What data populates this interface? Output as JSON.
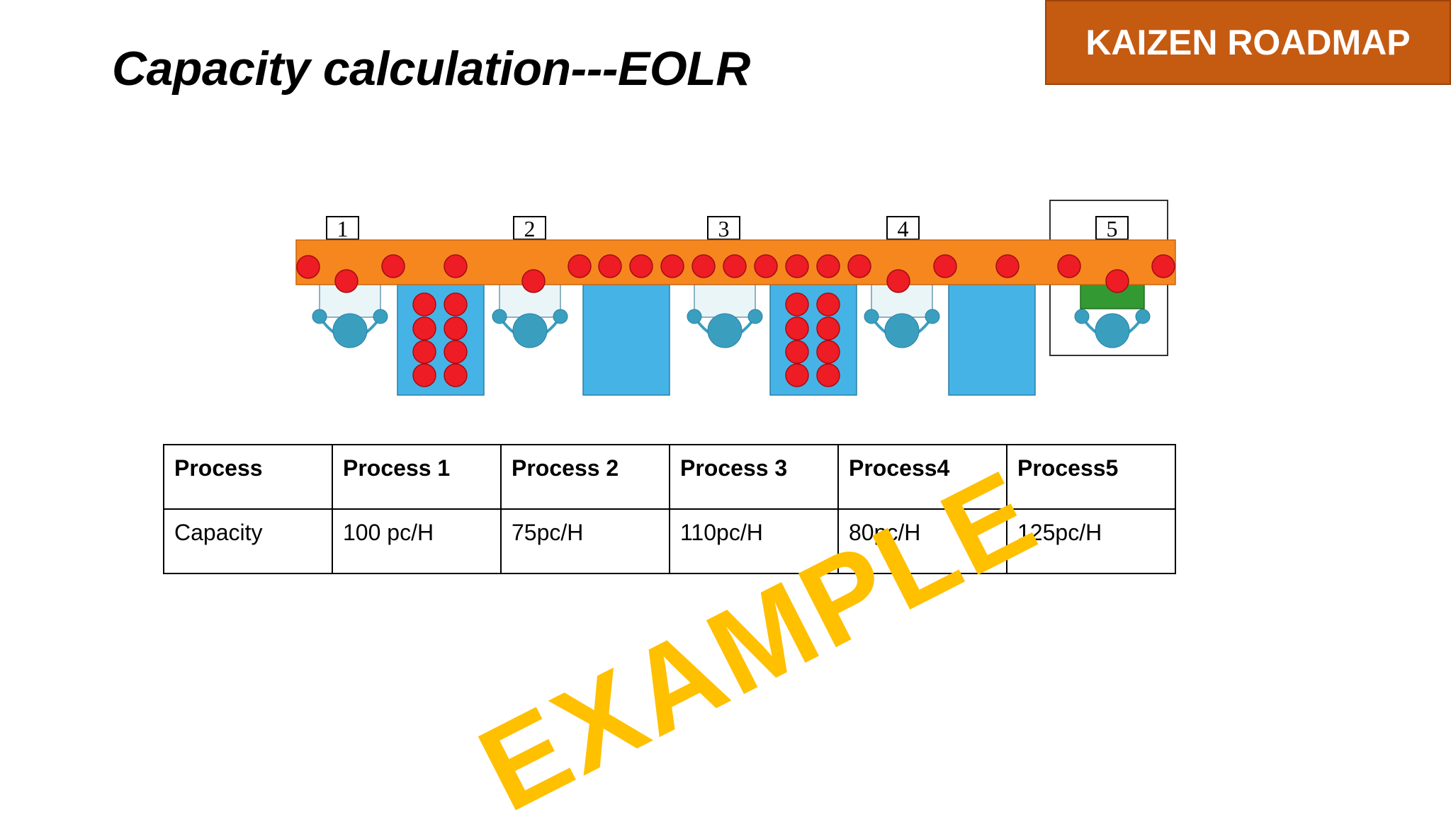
{
  "slide": {
    "title": "Capacity calculation---EOLR",
    "badge": "KAIZEN ROADMAP",
    "watermark": "EXAMPLE"
  },
  "diagram": {
    "station_labels": [
      "1",
      "2",
      "3",
      "4",
      "5"
    ]
  },
  "table": {
    "header": [
      "Process",
      "Process 1",
      "Process 2",
      "Process 3",
      "Process4",
      "Process5"
    ],
    "row": [
      "Capacity",
      "100 pc/H",
      "75pc/H",
      "110pc/H",
      "80pc/H",
      "125pc/H"
    ]
  },
  "colors": {
    "badge": "#c55a11",
    "conveyor": "#f6871f",
    "part": "#ee1c25",
    "buffer": "#46b3e6",
    "operator": "#3a9fbf",
    "machine": "#339933",
    "watermark": "#ffc000"
  }
}
